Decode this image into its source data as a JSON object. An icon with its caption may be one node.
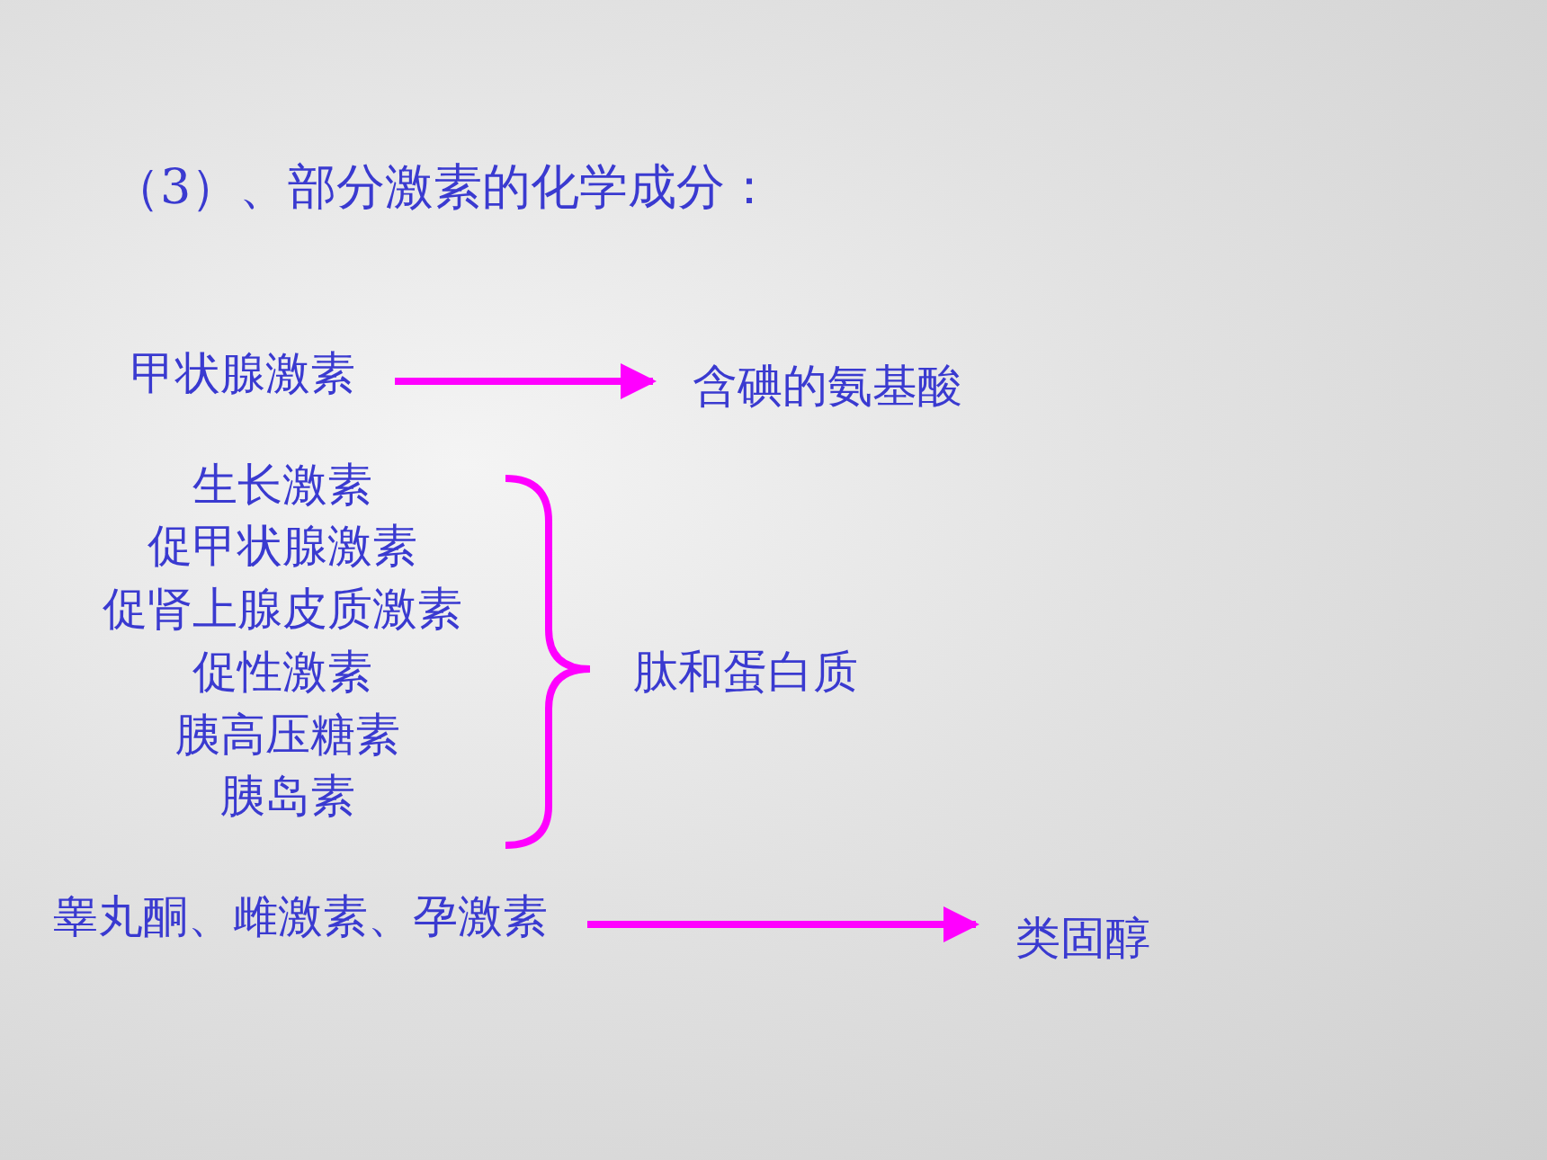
{
  "diagram": {
    "title": "（3）、部分激素的化学成分：",
    "nodes": [
      {
        "text": [
          "甲状腺激素"
        ]
      },
      {
        "text": [
          "含碘的氨基酸"
        ]
      },
      {
        "text": [
          "生长激素"
        ]
      },
      {
        "text": [
          "促甲状腺激素"
        ]
      },
      {
        "text": [
          "促肾上腺皮质激素"
        ]
      },
      {
        "text": [
          "促性激素"
        ]
      },
      {
        "text": [
          "胰高压糖素"
        ]
      },
      {
        "text": [
          "胰岛素"
        ]
      },
      {
        "text": [
          "肽和蛋白质"
        ]
      },
      {
        "text": [
          "睾丸酮、雌激素、孕激素"
        ]
      },
      {
        "text": [
          "类固醇"
        ]
      }
    ],
    "edges": [
      {
        "from": 0,
        "to": 1,
        "arrow": "to"
      },
      {
        "from": 9,
        "to": 10,
        "arrow": "to"
      }
    ]
  }
}
